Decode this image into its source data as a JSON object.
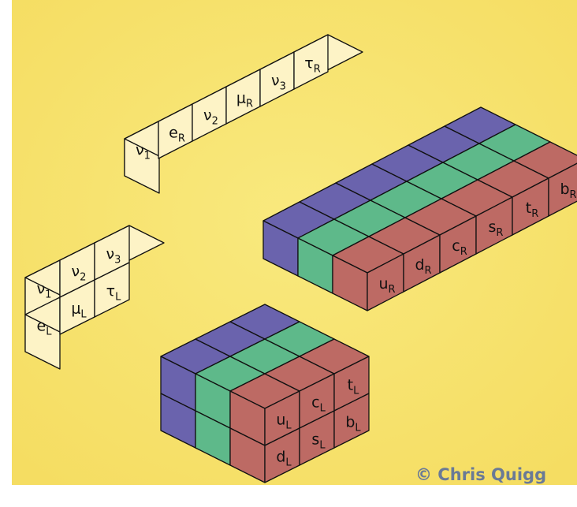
{
  "colors": {
    "background": "#f5dd62",
    "background_light": "#f9e97e",
    "blue": "#6a63ad",
    "green": "#5eb98a",
    "red": "#bd6a64",
    "outline": "#111111"
  },
  "right_handed_leptons": {
    "labels": [
      {
        "base": "ν",
        "sub": "1"
      },
      {
        "base": "e",
        "sub": "R"
      },
      {
        "base": "ν",
        "sub": "2"
      },
      {
        "base": "μ",
        "sub": "R"
      },
      {
        "base": "ν",
        "sub": "3"
      },
      {
        "base": "τ",
        "sub": "R"
      }
    ]
  },
  "left_handed_leptons": {
    "top_row": [
      {
        "base": "ν",
        "sub": "1"
      },
      {
        "base": "ν",
        "sub": "2"
      },
      {
        "base": "ν",
        "sub": "3"
      }
    ],
    "bottom_row": [
      {
        "base": "e",
        "sub": "L"
      },
      {
        "base": "μ",
        "sub": "L"
      },
      {
        "base": "τ",
        "sub": "L"
      }
    ]
  },
  "right_handed_quarks": {
    "labels": [
      {
        "base": "u",
        "sub": "R"
      },
      {
        "base": "d",
        "sub": "R"
      },
      {
        "base": "c",
        "sub": "R"
      },
      {
        "base": "s",
        "sub": "R"
      },
      {
        "base": "t",
        "sub": "R"
      },
      {
        "base": "b",
        "sub": "R"
      }
    ]
  },
  "left_handed_quarks": {
    "top_row": [
      {
        "base": "u",
        "sub": "L"
      },
      {
        "base": "c",
        "sub": "L"
      },
      {
        "base": "t",
        "sub": "L"
      }
    ],
    "bottom_row": [
      {
        "base": "d",
        "sub": "L"
      },
      {
        "base": "s",
        "sub": "L"
      },
      {
        "base": "b",
        "sub": "L"
      }
    ]
  },
  "credit": "© Chris Quigg"
}
